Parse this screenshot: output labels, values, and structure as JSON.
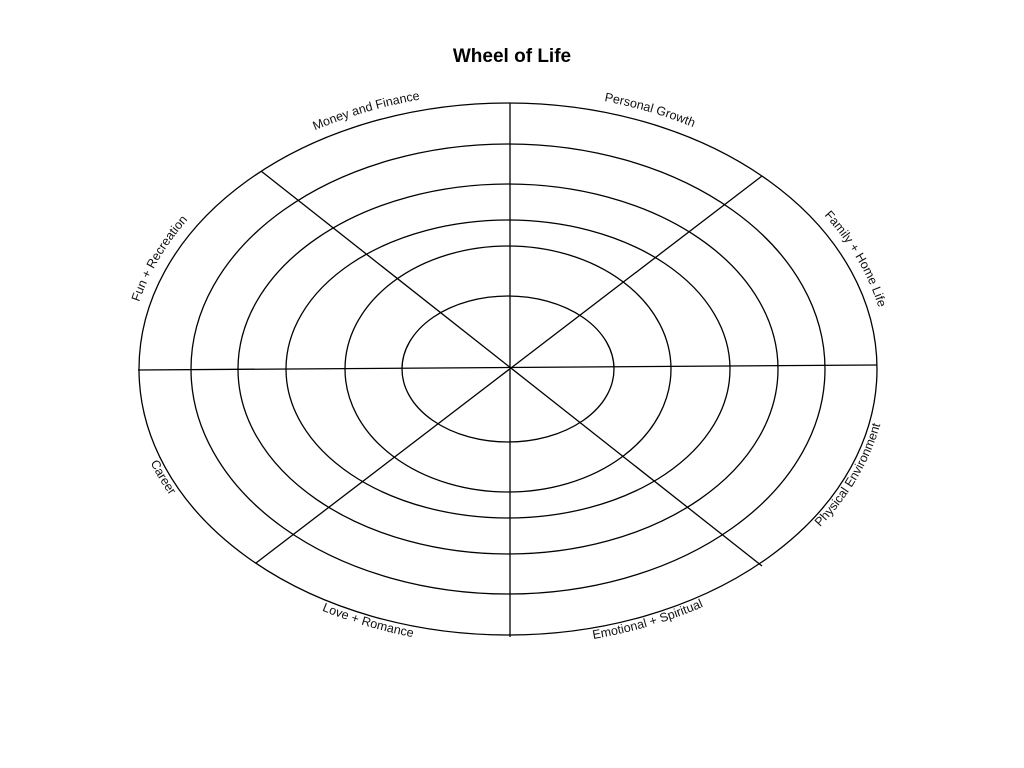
{
  "title": "Wheel of Life",
  "rings": 6,
  "segments": [
    {
      "label": "Personal Growth"
    },
    {
      "label": "Family + Home Life"
    },
    {
      "label": "Physical Environment"
    },
    {
      "label": "Emotional + Spiritual"
    },
    {
      "label": "Love + Romance"
    },
    {
      "label": "Career"
    },
    {
      "label": "Fun + Recreation"
    },
    {
      "label": "Money and Finance"
    }
  ],
  "colors": {
    "line": "#000000",
    "text": "#111111",
    "background": "#ffffff"
  }
}
